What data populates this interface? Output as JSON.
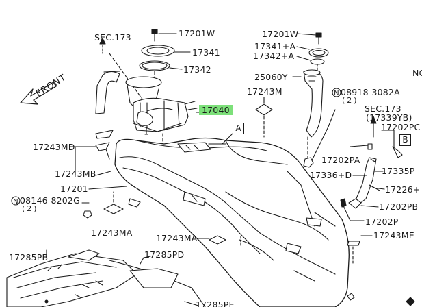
{
  "labels": {
    "p17201w_top": "17201W",
    "p17341": "17341",
    "p17342": "17342",
    "sec173_left": "SEC.173",
    "front": "FRONT",
    "p17040": "17040",
    "p17201w_right": "17201W",
    "p17341a": "17341+A",
    "p17342a": "17342+A",
    "p25060y": "25060Y",
    "p17243m": "17243M",
    "pn08918": "08918-3082A",
    "pn08918_qty": "(2)",
    "sec173_right": "SEC.173",
    "p17339yb": "(17339YB)",
    "p17202pc": "17202PC",
    "p17202pa": "17202PA",
    "p17335p": "17335P",
    "p17336d": "17336+D",
    "p17226": "17226+",
    "p17202pb": "17202PB",
    "p17202p": "17202P",
    "p17243me": "17243ME",
    "p17243md": "17243MD",
    "p17243mb": "17243MB",
    "p17201": "17201",
    "pn08146": "08146-8202G",
    "pn08146_qty": "(2)",
    "p17243ma_left": "17243MA",
    "p17243ma_mid": "17243MA",
    "p17285pb": "17285PB",
    "p17285pd": "17285PD",
    "p17285pe": "17285PE",
    "cut_nc": "NC",
    "box_a": "A",
    "box_b": "B",
    "circle_n": "N"
  }
}
